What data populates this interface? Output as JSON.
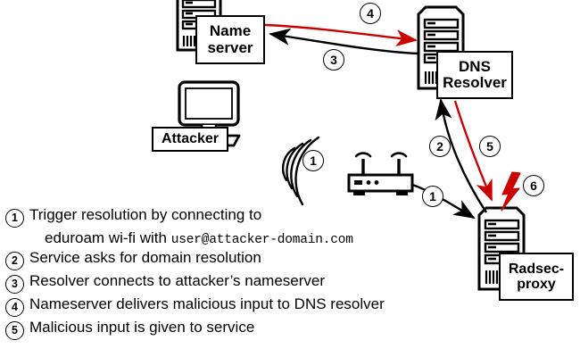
{
  "diagram": {
    "title": "DNS resolution attack flow against eduroam radsec-proxy",
    "colors": {
      "stroke": "#000000",
      "attack_red": "#CC0000",
      "background": "#FFFFFF"
    },
    "nodes": {
      "nameserver": {
        "label": "Name\nserver",
        "line1": "Name",
        "line2": "server",
        "icon": "server-rack-icon"
      },
      "attacker": {
        "label": "Attacker",
        "icon": "desktop-computer-icon"
      },
      "dns_resolver": {
        "label": "DNS\nResolver",
        "line1": "DNS",
        "line2": "Resolver",
        "icon": "server-rack-icon"
      },
      "radsec_proxy": {
        "label": "Radsec-\nproxy",
        "line1": "Radsec-",
        "line2": "proxy",
        "icon": "server-rack-icon"
      },
      "router": {
        "icon": "wifi-router-icon"
      },
      "wifi_signal": {
        "icon": "wifi-signal-arcs-icon"
      },
      "lightning": {
        "icon": "lightning-bolt-icon"
      }
    },
    "markers": {
      "m1_wifi": "1",
      "m1_router": "1",
      "m2": "2",
      "m3": "3",
      "m4": "4",
      "m5": "5",
      "m6": "6"
    }
  },
  "legend": {
    "items": [
      {
        "num": "1",
        "text": "Trigger resolution by connecting to",
        "sub_prefix": "eduroam wi-fi with ",
        "sub_mono": "user@attacker-domain.com"
      },
      {
        "num": "2",
        "text": "Service asks for domain resolution"
      },
      {
        "num": "3",
        "text": "Resolver connects to attacker’s nameserver"
      },
      {
        "num": "4",
        "text": "Nameserver delivers malicious input to DNS resolver"
      },
      {
        "num": "5",
        "text": "Malicious input is given to service"
      }
    ]
  }
}
